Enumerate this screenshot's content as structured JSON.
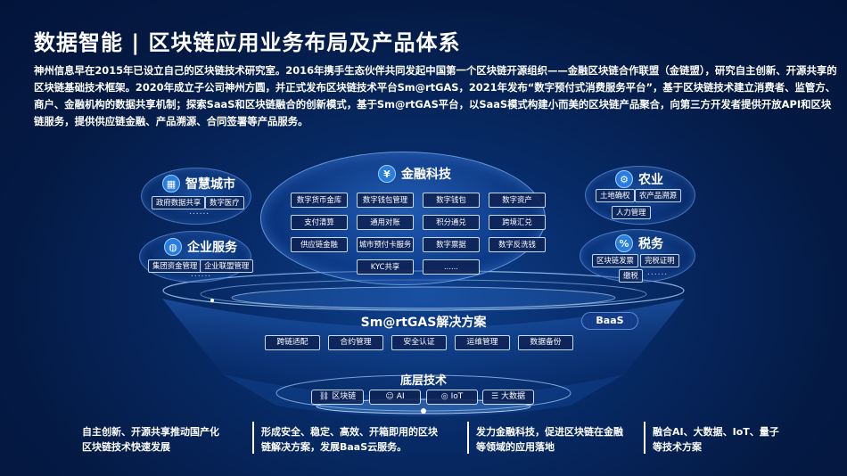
{
  "title": "数据智能 | 区块链应用业务布局及产品体系",
  "intro": "神州信息早在2015年已设立自己的区块链技术研究室。2016年携手生态伙伴共同发起中国第一个区块链开源组织——金融区块链合作联盟（金链盟），研究自主创新、开源共享的区块链基础技术框架。2020年成立子公司神州方圆，并正式发布区块链技术平台Sm@rtGAS，2021年发布“数字预付式消费服务平台”，基于区块链技术建立消费者、监管方、商户、金融机构的数据共享机制；探索SaaS和区块链融合的创新模式，基于Sm@rtGAS平台，以SaaS模式构建小而美的区块链产品聚合，向第三方开发者提供开放API和区块链服务，提供供应链金融、产品溯源、合同签署等产品服务。",
  "smart_city": {
    "title": "智慧城市",
    "icon": "building-icon",
    "items": [
      "政府数据共享",
      "数字医疗"
    ],
    "more": "......"
  },
  "enterprise": {
    "title": "企业服务",
    "icon": "enterprise-icon",
    "items": [
      "集团资金管理",
      "企业联盟管理"
    ],
    "more": "......"
  },
  "fintech": {
    "title": "金融科技",
    "icon": "coin-icon",
    "items": [
      "数字货币金库",
      "数字钱包管理",
      "数字钱包",
      "数字资产",
      "支付清算",
      "通用对账",
      "积分通兑",
      "跨境汇兑",
      "供应链金融",
      "城市预付卡服务",
      "数字票据",
      "数字反洗钱",
      "KYC共享",
      "......"
    ]
  },
  "agriculture": {
    "title": "农业",
    "icon": "tractor-icon",
    "items": [
      "土地确权",
      "农产品溯源",
      "人力管理"
    ]
  },
  "tax": {
    "title": "税务",
    "icon": "tax-icon",
    "items": [
      "区块链发票",
      "完税证明",
      "缴税"
    ],
    "more": "......"
  },
  "smartgas": {
    "title": "Sm@rtGAS解决方案",
    "items": [
      "跨链适配",
      "合约管理",
      "安全认证",
      "运维管理",
      "数据备份"
    ],
    "baas": "BaaS"
  },
  "base": {
    "title": "底层技术",
    "items": [
      {
        "label": "区块链",
        "icon": "blockchain-icon"
      },
      {
        "label": "AI",
        "icon": "ai-icon"
      },
      {
        "label": "IoT",
        "icon": "iot-icon"
      },
      {
        "label": "大数据",
        "icon": "database-icon"
      }
    ]
  },
  "captions": [
    "自主创新、开源共享推动国产化区块链技术快速发展",
    "形成安全、稳定、高效、开箱即用的区块链解决方案，发展BaaS云服务。",
    "发力金融科技，促进区块链在金融等领域的应用落地",
    "融合AI、大数据、IoT、量子等技术方案"
  ]
}
